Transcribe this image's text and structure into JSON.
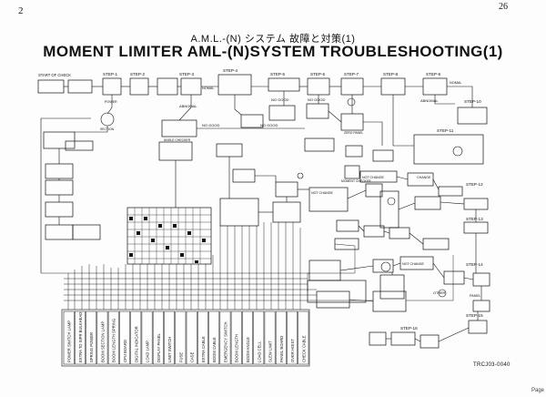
{
  "header": {
    "corner_left": "2",
    "corner_right": "26",
    "title_jp": "A.M.L.-(N) システム 故障と対策(1)",
    "title_en": "MOMENT LIMITER AML-(N)SYSTEM TROUBLESHOOTING(1)"
  },
  "diagram": {
    "start_label": "START OF CHECK",
    "steps": [
      "STEP-1",
      "STEP-2",
      "STEP-3",
      "STEP-4",
      "STEP-5",
      "STEP-6",
      "STEP-7",
      "STEP-8",
      "STEP-9",
      "STEP-10",
      "STEP-11",
      "STEP-12",
      "STEP-13",
      "STEP-14",
      "STEP-15",
      "STEP-16"
    ],
    "labels": {
      "power": "POWER",
      "abnomal_3": "ABNOMAL",
      "nomal": "NOMAL",
      "no_good_5": "NO GOOD",
      "no_good_6": "NO GOOD",
      "abnomal_9": "ABNOMAL",
      "nomal_9": "NOMAL",
      "no_good_mid": "NO GOOD",
      "no_good_mid2": "NO GOOD",
      "section": "SECTION",
      "angle_checker": "ANGLE CHECKER",
      "zero_panel": "ZERO PANEL",
      "moment_checker": "MOMENT CHECKER",
      "not_change_1": "NOT CHANGE",
      "not_change_2": "NOT CHANGE",
      "not_change_3": "NOT CHANGE",
      "change": "CHANGE",
      "panel": "PANEL",
      "other": "OTHER"
    },
    "components": [
      "POWER SWITCH LAMP",
      "EXTRA TO SIPR BULKHEAD",
      "SPRING POWER",
      "BOOM SECTION LAMP",
      "BOOM LENGTH SPRING",
      "CPU BOARD",
      "DIGITAL INDICATOR",
      "LOAD LAMP",
      "DISPLAY PANEL",
      "LIMIT SWITCH",
      "FUSE",
      "CASE",
      "EXTRA CABLE",
      "BOOM CABLE",
      "EMERGENCY SWITCH",
      "BOOM LENGTH",
      "BOOM ANGLE",
      "LOAD CELL",
      "SLEW LIMIT",
      "PANEL BOARD",
      "OVER HOIST",
      "CHECK CABLE"
    ]
  },
  "footer": {
    "doc_code": "TRCJ03-0040",
    "page_label": "Page"
  }
}
